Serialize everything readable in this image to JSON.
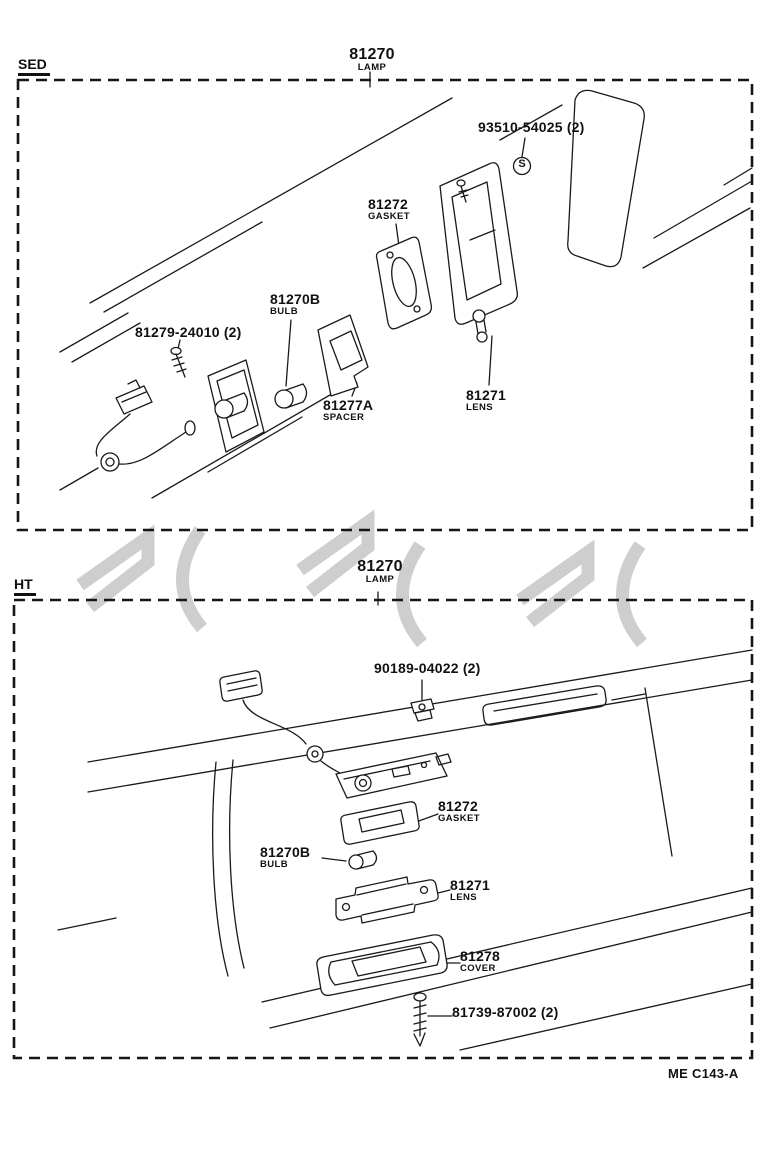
{
  "sections": [
    {
      "id": "sed",
      "tag": "SED",
      "title": {
        "number": "81270",
        "name": "LAMP"
      },
      "labels": [
        {
          "number": "93510-54025 (2)"
        },
        {
          "number": "81272",
          "name": "GASKET"
        },
        {
          "number": "81270B",
          "name": "BULB"
        },
        {
          "number": "81279-24010 (2)"
        },
        {
          "number": "81277A",
          "name": "SPACER"
        },
        {
          "number": "81271",
          "name": "LENS"
        }
      ]
    },
    {
      "id": "ht",
      "tag": "HT",
      "title": {
        "number": "81270",
        "name": "LAMP"
      },
      "labels": [
        {
          "number": "90189-04022 (2)"
        },
        {
          "number": "81272",
          "name": "GASKET"
        },
        {
          "number": "81270B",
          "name": "BULB"
        },
        {
          "number": "81271",
          "name": "LENS"
        },
        {
          "number": "81278",
          "name": "COVER"
        },
        {
          "number": "81739-87002 (2)"
        }
      ]
    }
  ],
  "symbols": {
    "screw": "S"
  },
  "footer": {
    "doc_code": "ME C143-A"
  },
  "colors": {
    "line": "#1a1a1a",
    "watermark": "#c9c9c9"
  }
}
